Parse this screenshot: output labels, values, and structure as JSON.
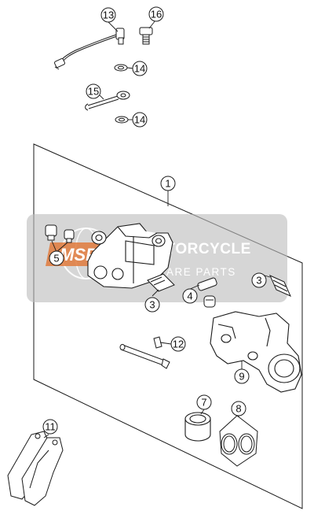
{
  "callouts": {
    "c1": "1",
    "c3a": "3",
    "c3b": "3",
    "c4": "4",
    "c5": "5",
    "c7": "7",
    "c8": "8",
    "c9": "9",
    "c11": "11",
    "c12": "12",
    "c13": "13",
    "c14a": "14",
    "c14b": "14",
    "c15": "15",
    "c16": "16"
  },
  "watermark": {
    "line1": "MOTORCYCLE",
    "line2": "SPARE PARTS",
    "badge_text": "MSP"
  },
  "colors": {
    "line": "#1a1a1a",
    "watermark_band": "#bdbdbd",
    "watermark_badge": "#e07a3c"
  }
}
